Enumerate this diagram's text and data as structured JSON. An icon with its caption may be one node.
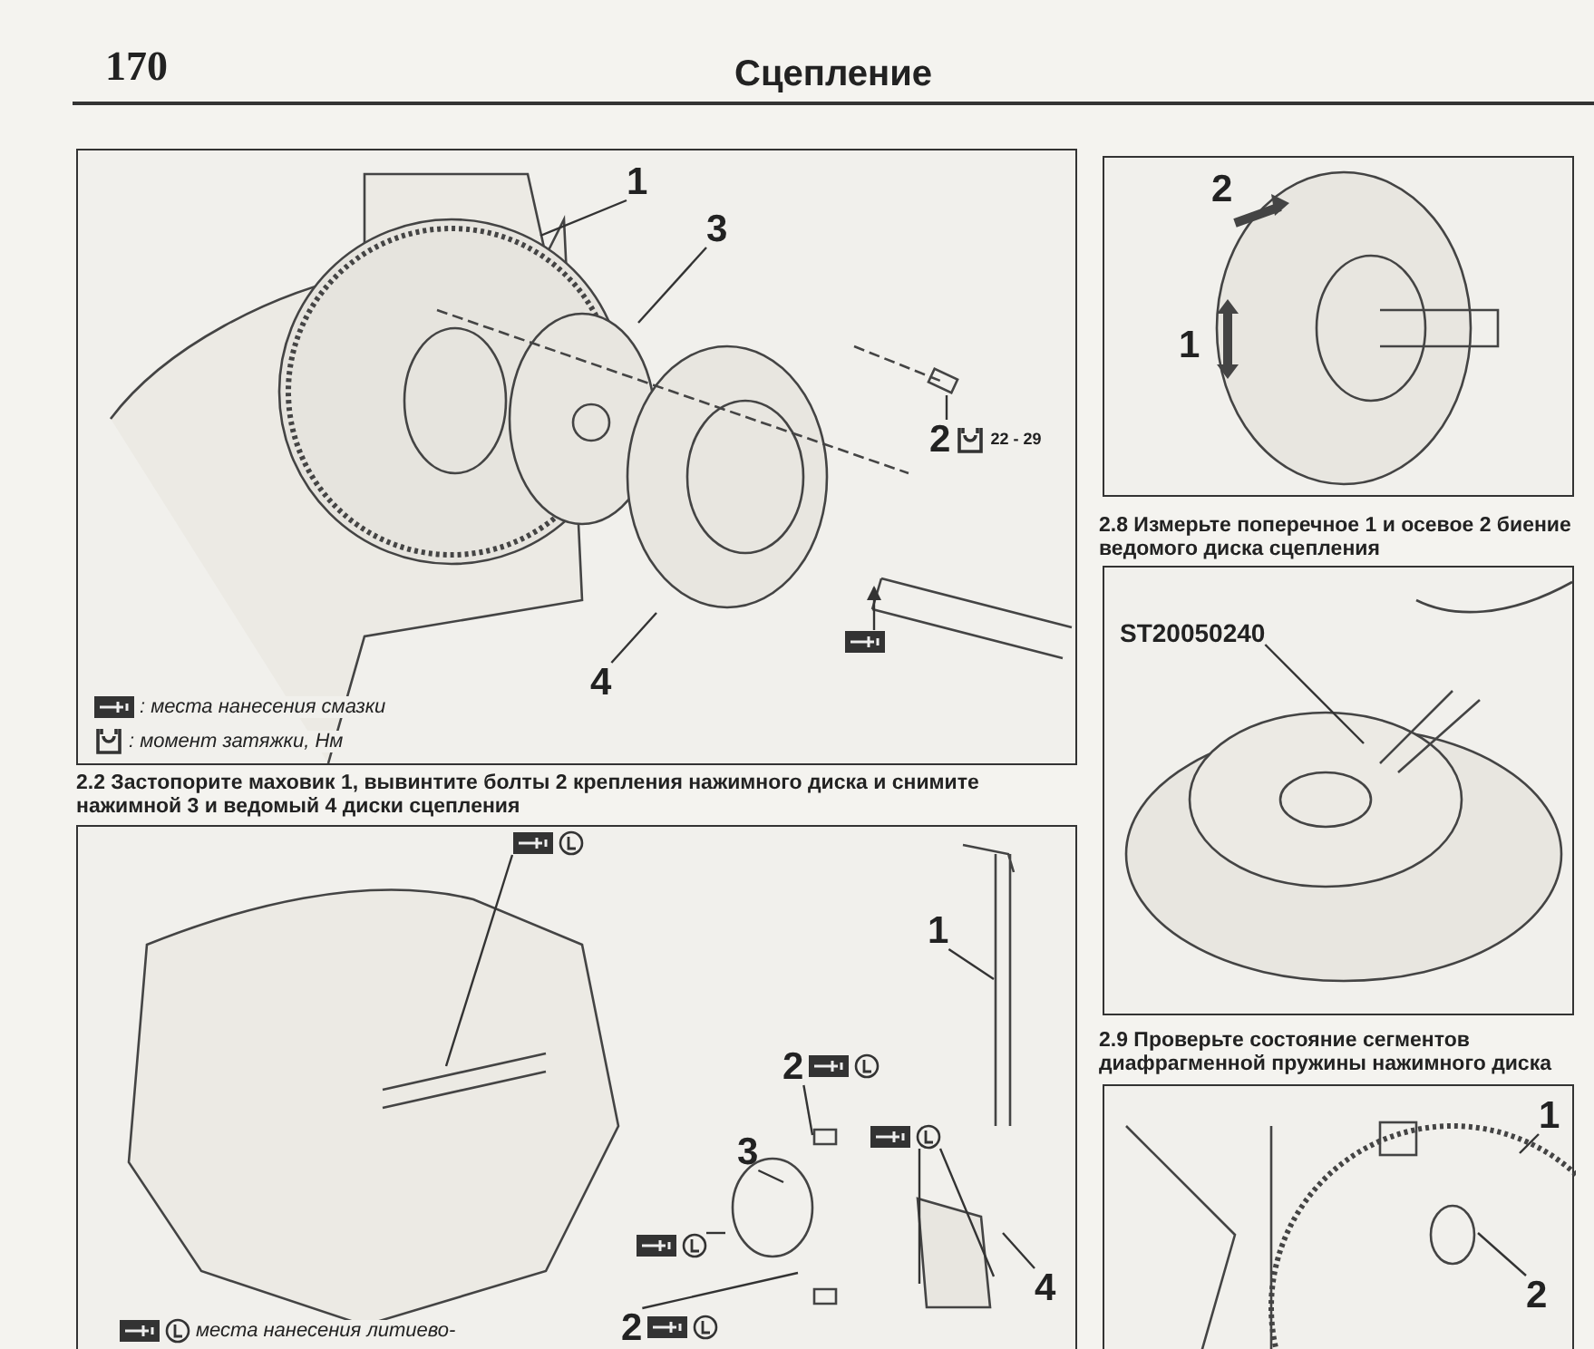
{
  "diagram": {
    "title": "Сцепление",
    "nodes": [
      {
        "text": [],
        "shape": "box"
      },
      {
        "text": [
          "1"
        ],
        "in": 0
      },
      {
        "text": [
          "3"
        ],
        "in": 0
      },
      {
        "text": [
          "2"
        ],
        "in": 0,
        "beside": [
          "22 - 29"
        ]
      },
      {
        "text": [
          "4"
        ],
        "in": 0
      },
      {
        "text": [],
        "shape": "picture",
        "in": 0
      },
      {
        "text": [],
        "shape": "box"
      },
      {
        "text": [],
        "shape": "box"
      },
      {
        "text": [
          "ST20050240"
        ],
        "in": 7
      },
      {
        "text": [],
        "shape": "box"
      },
      {
        "text": [],
        "shape": "picture",
        "in": 9
      },
      {
        "text": [
          "1"
        ],
        "in": 9
      },
      {
        "text": [
          "2"
        ],
        "in": 9
      },
      {
        "text": [],
        "shape": "picture",
        "in": 9
      },
      {
        "text": [
          "3"
        ],
        "in": 9
      },
      {
        "text": [],
        "shape": "picture",
        "in": 9
      },
      {
        "text": [
          "4"
        ],
        "in": 9
      },
      {
        "text": [
          "2"
        ],
        "in": 9
      },
      {
        "text": [],
        "shape": "box"
      },
      {
        "text": [
          "1"
        ],
        "in": 18
      },
      {
        "text": [
          "2"
        ],
        "in": 18
      }
    ],
    "edges": [
      {
        "from": 1,
        "to": null,
        "arrow": "none"
      },
      {
        "from": 2,
        "to": null,
        "arrow": "none"
      },
      {
        "from": 3,
        "to": null,
        "arrow": "none"
      },
      {
        "from": 4,
        "to": null,
        "arrow": "none"
      },
      {
        "from": 5,
        "to": null,
        "arrow": "to"
      },
      {
        "from": 8,
        "to": null,
        "arrow": "none"
      },
      {
        "from": 10,
        "to": null,
        "arrow": "none"
      },
      {
        "from": 11,
        "to": null,
        "arrow": "none"
      },
      {
        "from": 12,
        "to": null,
        "arrow": "none"
      },
      {
        "from": 13,
        "to": null,
        "arrow": "none"
      },
      {
        "from": 13,
        "to": null,
        "arrow": "none"
      },
      {
        "from": 14,
        "to": null,
        "arrow": "none"
      },
      {
        "from": 15,
        "to": null,
        "arrow": "none"
      },
      {
        "from": 16,
        "to": null,
        "arrow": "none"
      },
      {
        "from": 17,
        "to": null,
        "arrow": "none"
      },
      {
        "from": 19,
        "to": null,
        "arrow": "none"
      },
      {
        "from": 20,
        "to": null,
        "arrow": "none"
      }
    ],
    "labels": [
      "170",
      "2",
      "1",
      "2.8 Измерьте поперечное 1 и осевое 2 биение ведомого диска сцепления",
      "2.2 Застопорите маховик 1, вывинтите болты 2 крепления нажимного диска и снимите нажимной 3 и ведомый 4 диски сцепления",
      "2.9 Проверьте состояние сегментов диафрагменной пружины нажимного диска"
    ],
    "legend": [
      {
        "text": ": места нанесения смазки"
      },
      {
        "text": ": момент затяжки, Нм"
      },
      {
        "text": "места нанесения литиево-"
      }
    ]
  }
}
